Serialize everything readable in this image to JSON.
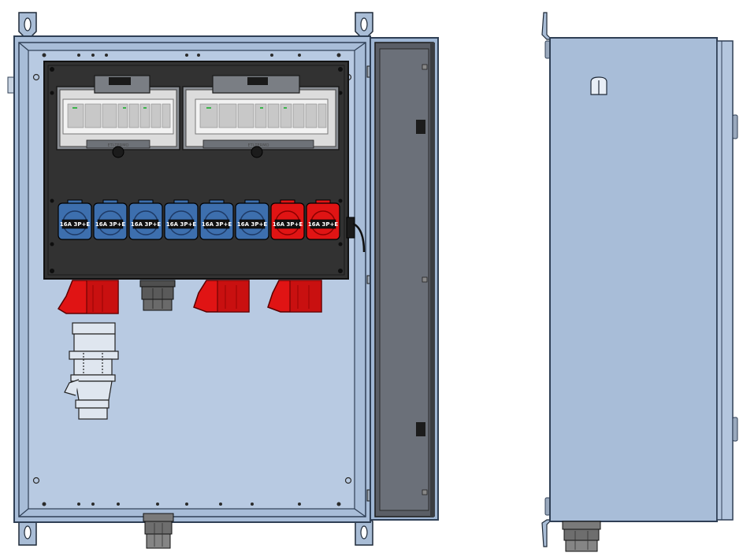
{
  "view_front": "front-view-door-open",
  "view_side": "side-view",
  "colors": {
    "enclosure": "#a8bdd8",
    "enclosure_edge": "#2f3f55",
    "panel": "#323232",
    "socket_blue": "#3d6fae",
    "socket_red": "#e01414",
    "breaker_body": "#f2f2f2",
    "gland": "#6d6d6d"
  },
  "sockets": [
    {
      "color": "blue",
      "label": "16A 3P+E"
    },
    {
      "color": "blue",
      "label": "16A 3P+E"
    },
    {
      "color": "blue",
      "label": "16A 3P+E"
    },
    {
      "color": "blue",
      "label": "16A 3P+E"
    },
    {
      "color": "blue",
      "label": "16A 3P+E"
    },
    {
      "color": "blue",
      "label": "16A 3P+E"
    },
    {
      "color": "red",
      "label": "16A 3P+E"
    },
    {
      "color": "red",
      "label": "16A 3P+E"
    }
  ],
  "breaker_panels": [
    {
      "label": "ETI-TERMO"
    },
    {
      "label": "ETI-TERMO"
    }
  ],
  "wall_sockets_below": [
    {
      "type": "red-angled"
    },
    {
      "type": "gland"
    },
    {
      "type": "red-angled"
    },
    {
      "type": "red-angled"
    }
  ]
}
